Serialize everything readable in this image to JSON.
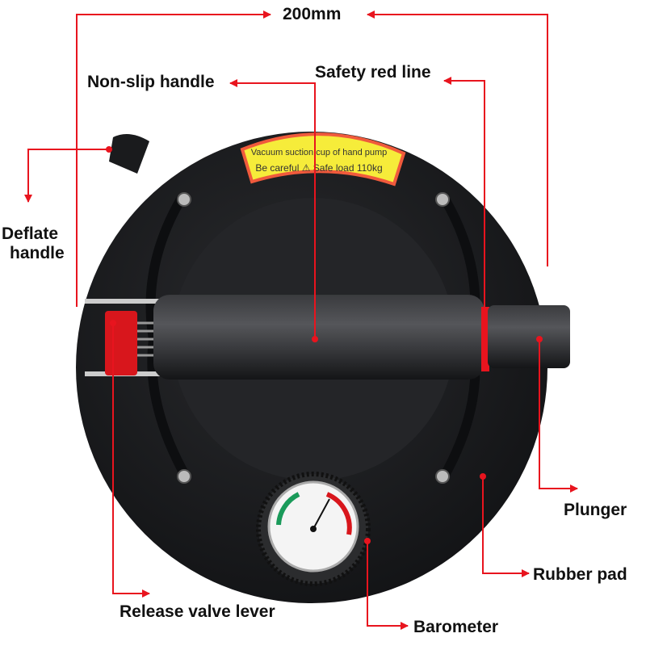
{
  "labels": {
    "width": "200mm",
    "non_slip_handle": "Non-slip handle",
    "safety_red_line": "Safety red line",
    "deflate_handle_1": "Deflate",
    "deflate_handle_2": "handle",
    "plunger": "Plunger",
    "rubber_pad": "Rubber pad",
    "release_valve_lever": "Release valve lever",
    "barometer": "Barometer"
  },
  "sticker": {
    "line1": "Vacuum suction cup of hand pump",
    "line2": "Be careful ⚠ Safe load 110kg"
  },
  "colors": {
    "annotation": "#e8141e",
    "pad": "#1c1d1f",
    "sticker": "#f6ec3a",
    "lever": "#d8161c"
  }
}
